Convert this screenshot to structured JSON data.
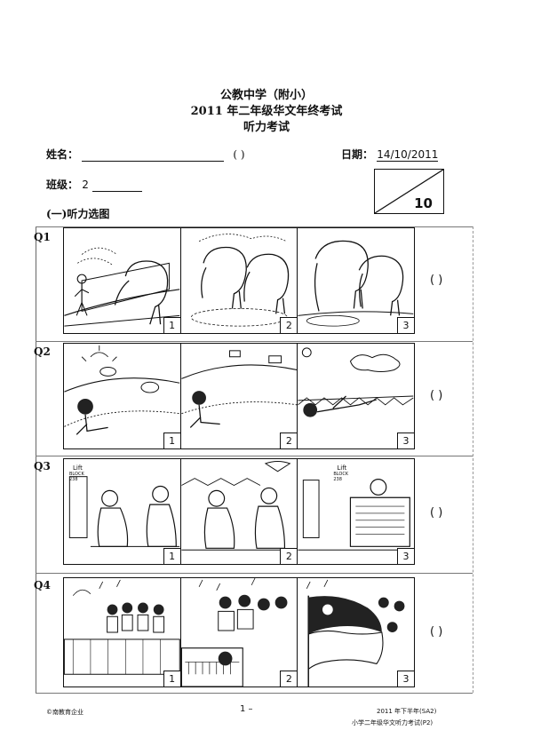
{
  "header": {
    "school": "公教中学（附小）",
    "exam": "2011 年二年级华文年终考试",
    "paper": "听力考试"
  },
  "form": {
    "name_label": "姓名：",
    "name_paren": "(        )",
    "date_label": "日期：",
    "date_value": "14/10/2011",
    "class_label": "班级：",
    "class_value": "2"
  },
  "marks": {
    "total": "10"
  },
  "section": {
    "title": "(一)听力选图"
  },
  "questions": [
    {
      "label": "Q1",
      "answer": "(        )",
      "panels": [
        "1",
        "2",
        "3"
      ]
    },
    {
      "label": "Q2",
      "answer": "(        )",
      "panels": [
        "1",
        "2",
        "3"
      ]
    },
    {
      "label": "Q3",
      "answer": "(        )",
      "panels": [
        "1",
        "2",
        "3"
      ]
    },
    {
      "label": "Q4",
      "answer": "(        )",
      "panels": [
        "1",
        "2",
        "3"
      ]
    }
  ],
  "picture_text": {
    "lift1": "Lift",
    "blk1": "BLOCK 238",
    "lift2": "Lift",
    "blk2": "BLOCK 238"
  },
  "footer": {
    "publisher": "©南教育企业",
    "page": "1 –",
    "term": "2011 年下半年(SA2)",
    "paper_desc": "小学二年级华文听力考试(P2)"
  }
}
